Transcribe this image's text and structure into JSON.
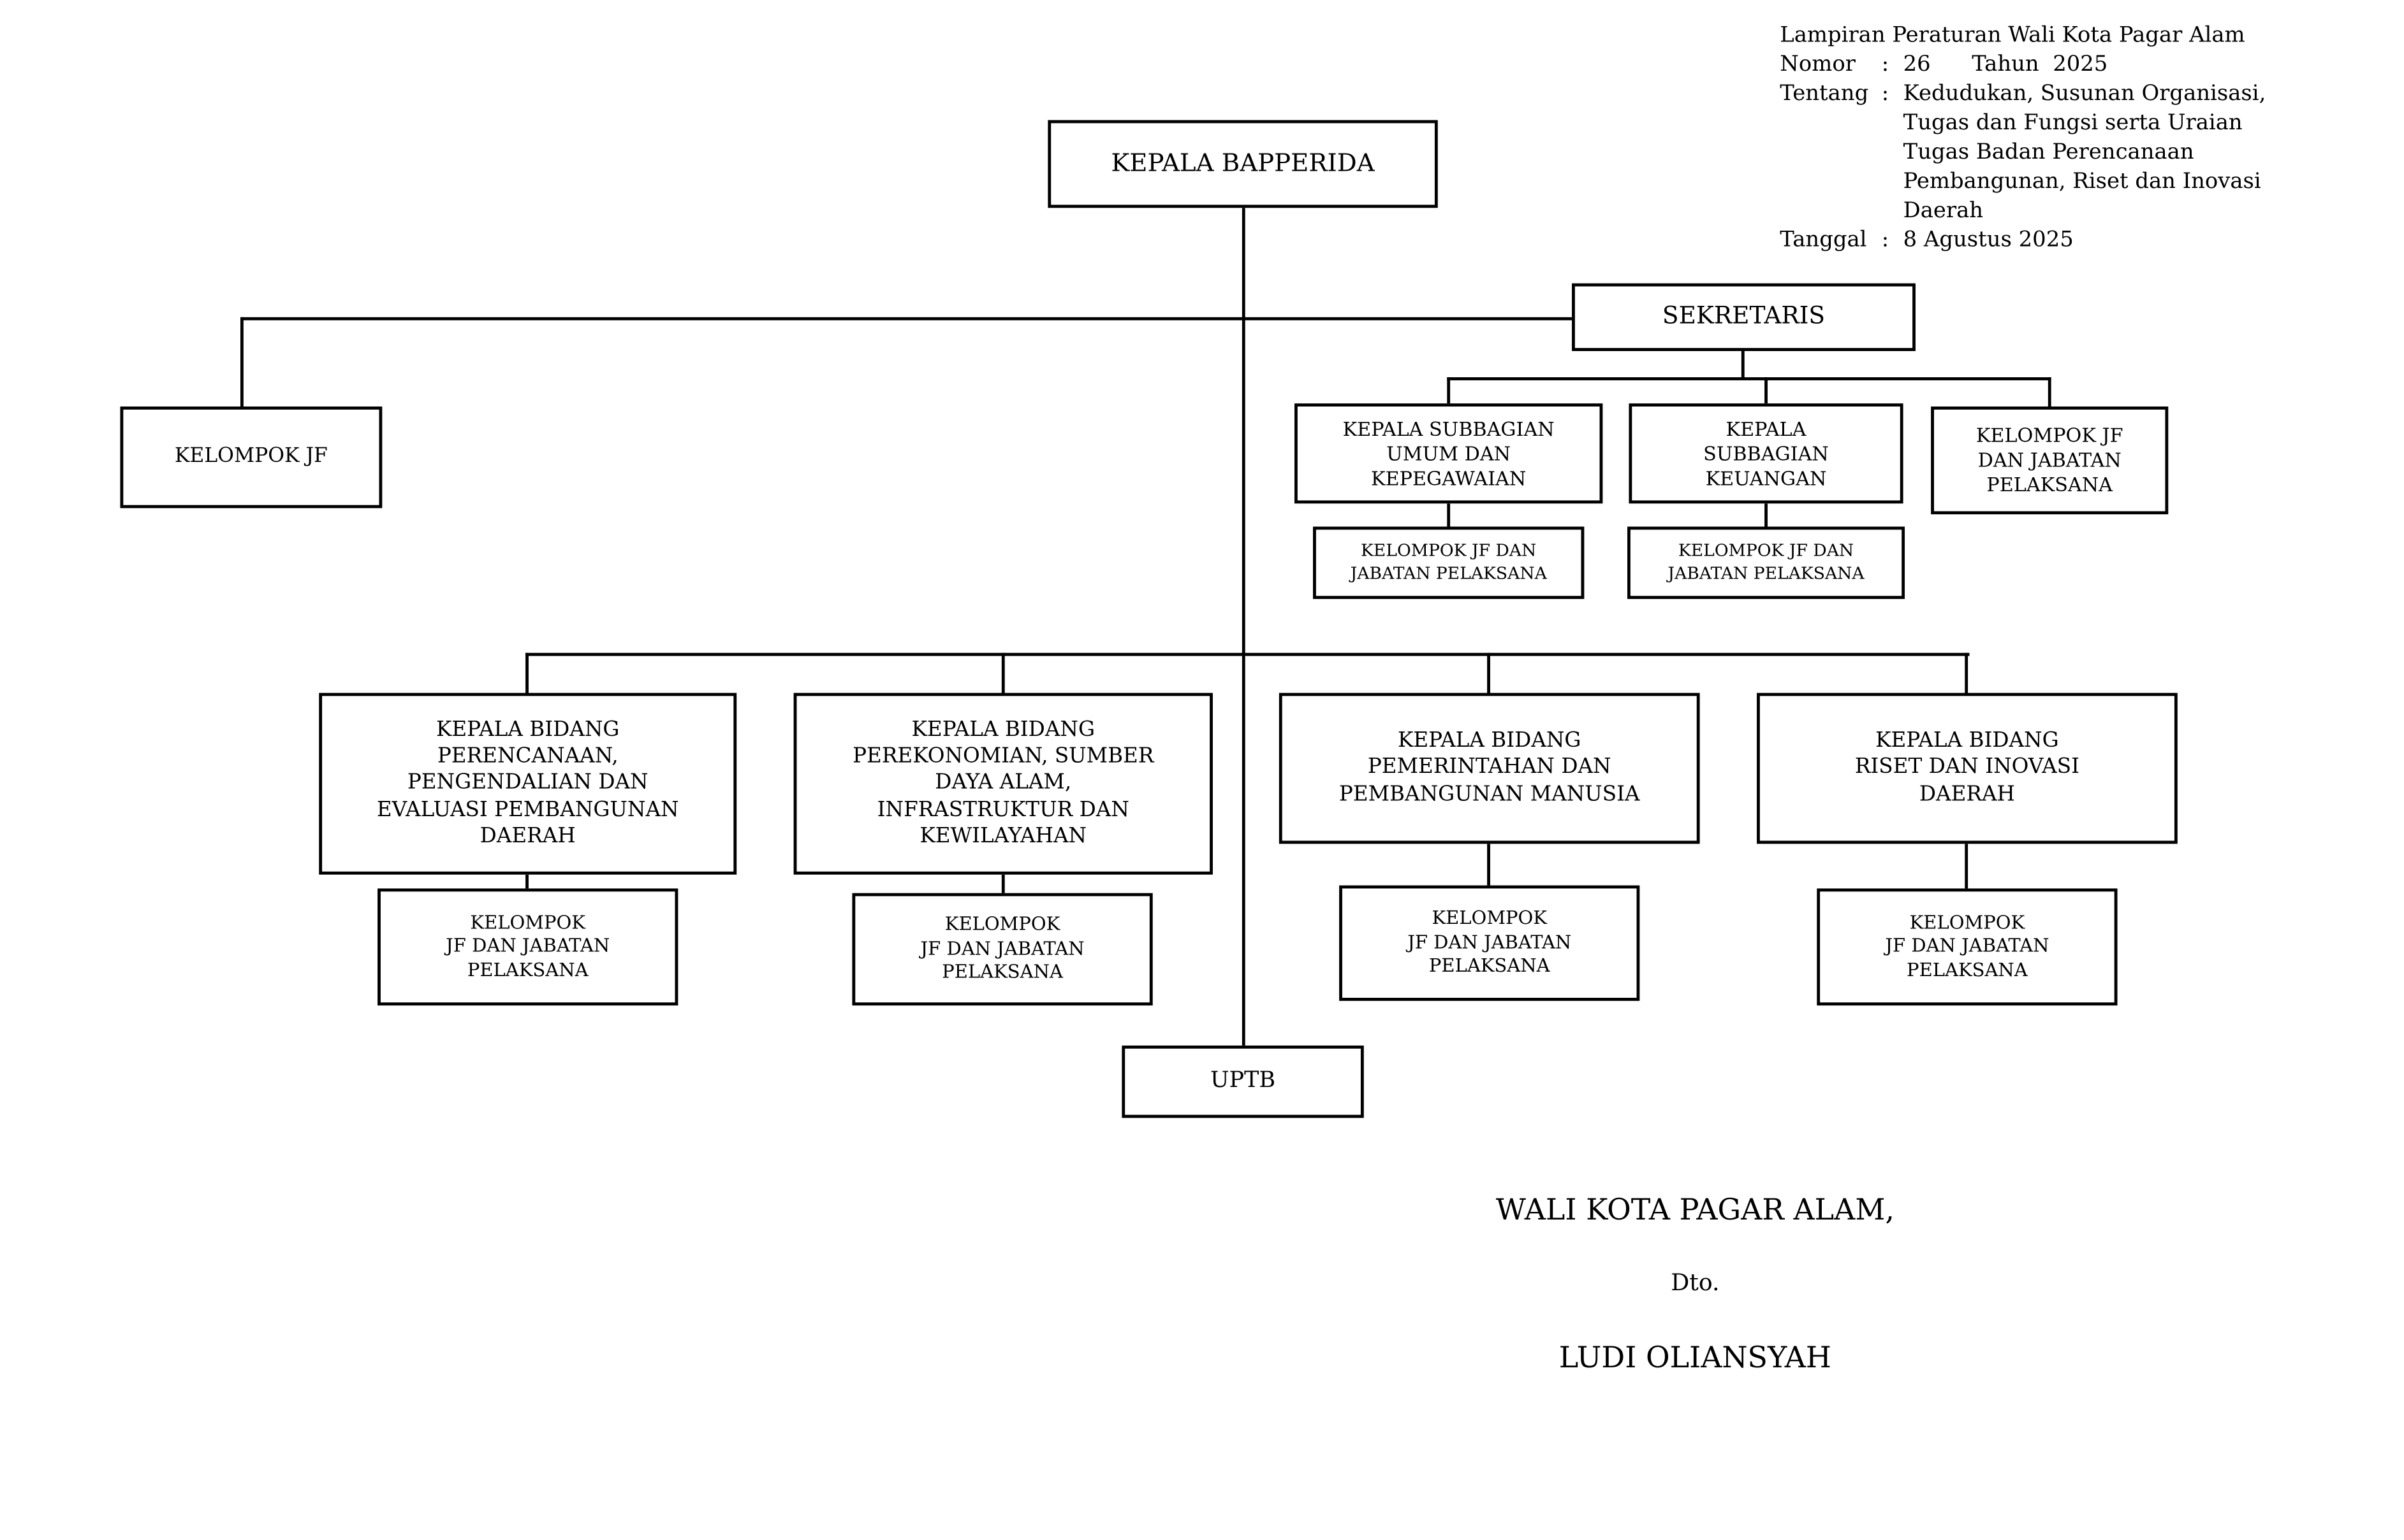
{
  "colors": {
    "ink": "#000000",
    "paper": "#ffffff"
  },
  "header_note": {
    "title_line": "Lampiran Peraturan Wali Kota Pagar Alam",
    "rows": [
      {
        "label": "Nomor",
        "colon": ":",
        "value": "26      Tahun  2025"
      },
      {
        "label": "Tentang",
        "colon": ":",
        "value": "Kedudukan, Susunan Organisasi,\nTugas dan Fungsi serta Uraian\nTugas Badan Perencanaan\nPembangunan, Riset dan Inovasi\nDaerah"
      },
      {
        "label": "Tanggal",
        "colon": ":",
        "value": "8 Agustus 2025"
      }
    ]
  },
  "chart": {
    "type": "org-chart",
    "boxes": {
      "kepala": "KEPALA BAPPERIDA",
      "kelompok_jf": "KELOMPOK JF",
      "sekretaris": "SEKRETARIS",
      "subbag_umum": "KEPALA SUBBAGIAN\nUMUM DAN\nKEPEGAWAIAN",
      "subbag_keuangan": "KEPALA\nSUBBAGIAN\nKEUANGAN",
      "sek_jf": "KELOMPOK JF\nDAN JABATAN\nPELAKSANA",
      "umum_jf": "KELOMPOK JF DAN\nJABATAN PELAKSANA",
      "keuangan_jf": "KELOMPOK JF DAN\nJABATAN PELAKSANA",
      "bidang1": "KEPALA BIDANG\nPERENCANAAN,\nPENGENDALIAN DAN\nEVALUASI PEMBANGUNAN\nDAERAH",
      "bidang2": "KEPALA BIDANG\nPEREKONOMIAN, SUMBER\nDAYA ALAM,\nINFRASTRUKTUR DAN\nKEWILAYAHAN",
      "bidang3": "KEPALA BIDANG\nPEMERINTAHAN DAN\nPEMBANGUNAN MANUSIA",
      "bidang4": "KEPALA BIDANG\nRISET DAN INOVASI\nDAERAH",
      "bidang1_jf": "KELOMPOK\nJF DAN JABATAN\nPELAKSANA",
      "bidang2_jf": "KELOMPOK\nJF DAN JABATAN\nPELAKSANA",
      "bidang3_jf": "KELOMPOK\nJF DAN JABATAN\nPELAKSANA",
      "bidang4_jf": "KELOMPOK\nJF DAN JABATAN\nPELAKSANA",
      "uptb": "UPTB"
    }
  },
  "signature": {
    "title": "WALI KOTA PAGAR ALAM,",
    "dto": "Dto.",
    "name": "LUDI OLIANSYAH"
  }
}
